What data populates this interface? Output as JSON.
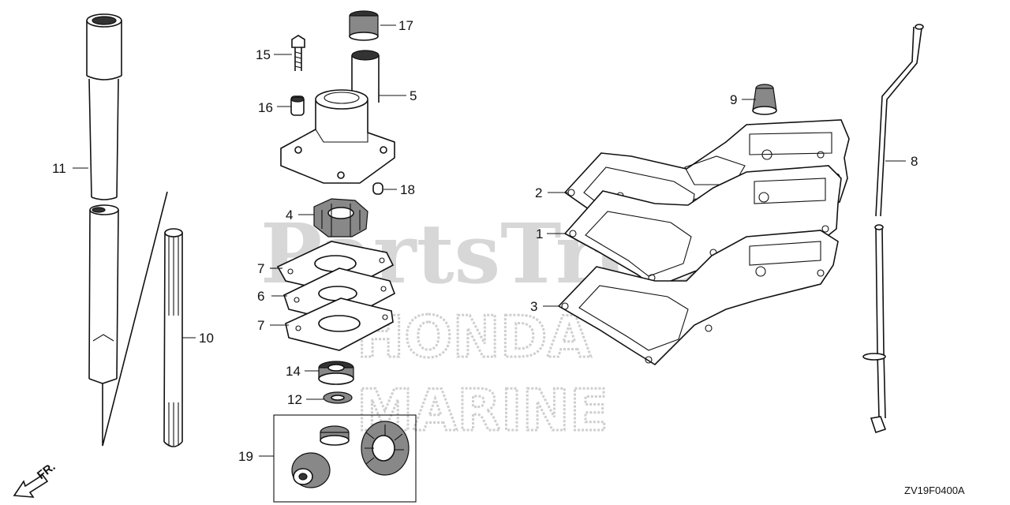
{
  "watermark": {
    "line1": "PartsTree",
    "line2": "HONDA",
    "line3": "MARINE"
  },
  "diagram_code": "ZV19F0400A",
  "direction_label": "FR.",
  "callouts": [
    {
      "id": "c1",
      "label": "1"
    },
    {
      "id": "c2",
      "label": "2"
    },
    {
      "id": "c3",
      "label": "3"
    },
    {
      "id": "c4",
      "label": "4"
    },
    {
      "id": "c5",
      "label": "5"
    },
    {
      "id": "c6",
      "label": "6"
    },
    {
      "id": "c7a",
      "label": "7"
    },
    {
      "id": "c7b",
      "label": "7"
    },
    {
      "id": "c8",
      "label": "8"
    },
    {
      "id": "c9",
      "label": "9"
    },
    {
      "id": "c10",
      "label": "10"
    },
    {
      "id": "c11",
      "label": "11"
    },
    {
      "id": "c12",
      "label": "12"
    },
    {
      "id": "c14",
      "label": "14"
    },
    {
      "id": "c15",
      "label": "15"
    },
    {
      "id": "c16",
      "label": "16"
    },
    {
      "id": "c17",
      "label": "17"
    },
    {
      "id": "c18",
      "label": "18"
    },
    {
      "id": "c19",
      "label": "19"
    }
  ]
}
